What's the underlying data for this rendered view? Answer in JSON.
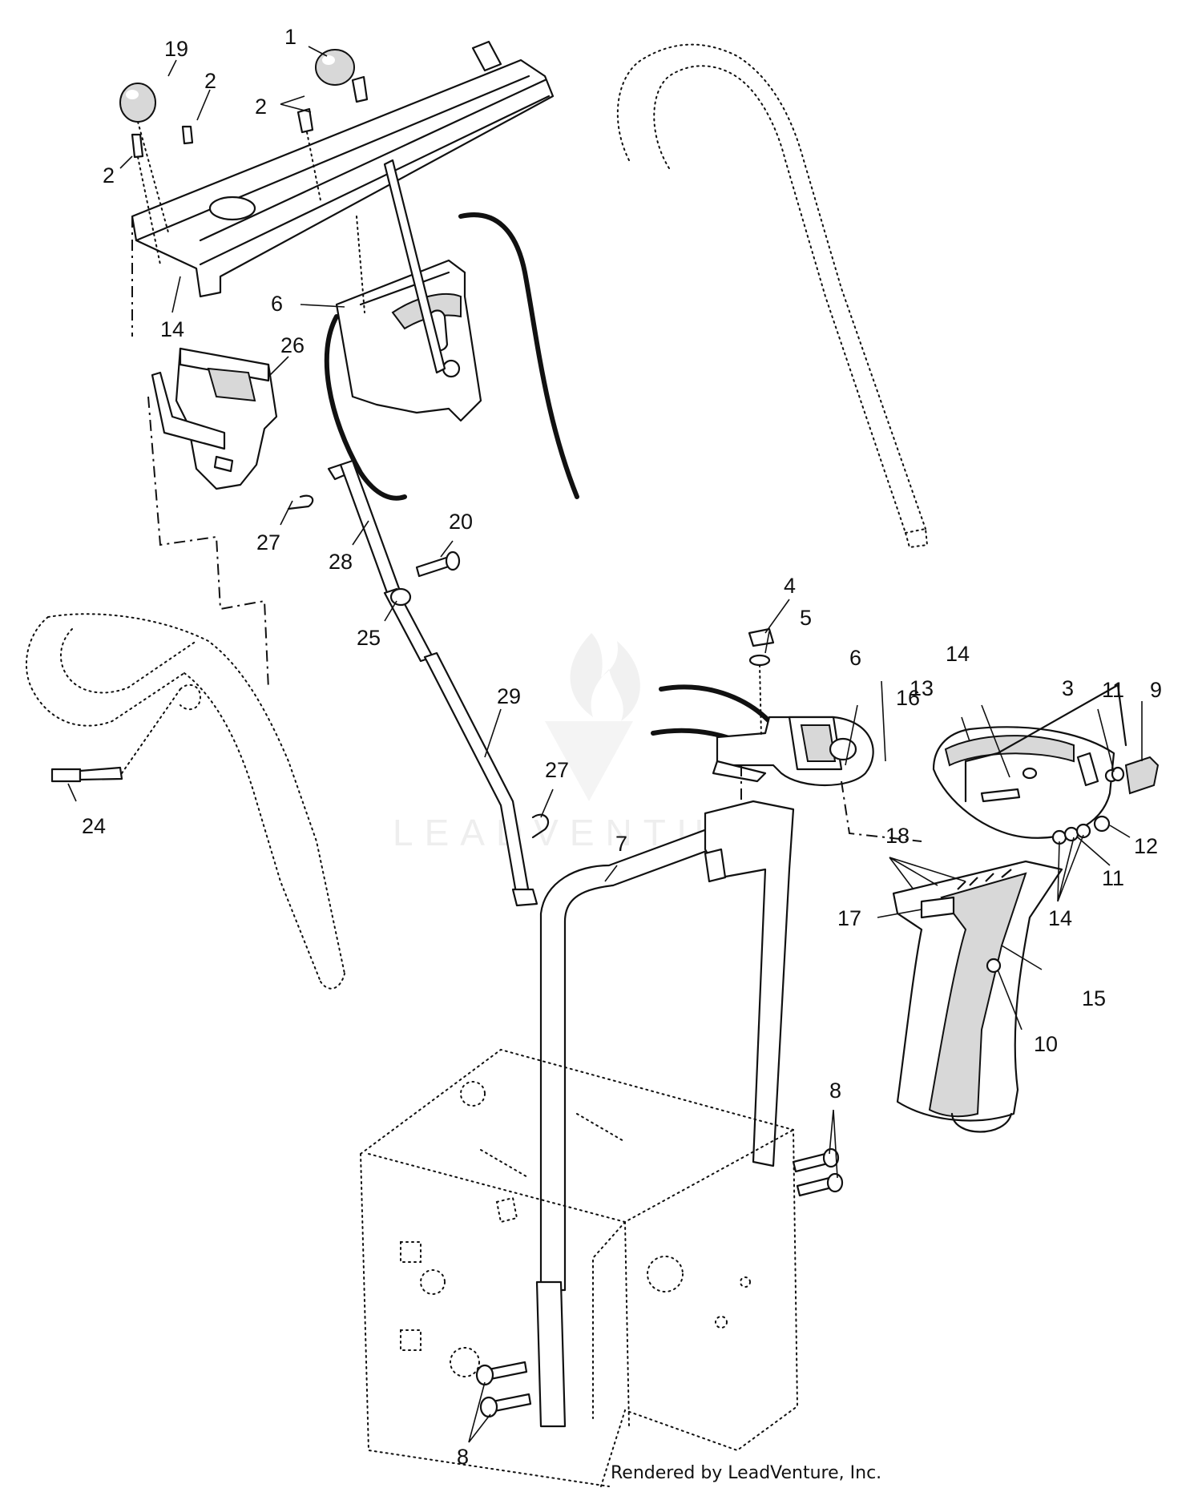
{
  "callouts": {
    "c1": "1",
    "c2a": "2",
    "c2b": "2",
    "c2c": "2",
    "c19": "19",
    "c6a": "6",
    "c14a": "14",
    "c26": "26",
    "c27a": "27",
    "c28": "28",
    "c20": "20",
    "c25": "25",
    "c29": "29",
    "c27b": "27",
    "c24": "24",
    "c4": "4",
    "c5": "5",
    "c6b": "6",
    "c7": "7",
    "c14b": "14",
    "c13": "13",
    "c16": "16",
    "c3": "3",
    "c11a": "11",
    "c9": "9",
    "c12": "12",
    "c11b": "11",
    "c18": "18",
    "c14c": "14",
    "c17": "17",
    "c15": "15",
    "c10": "10",
    "c8a": "8",
    "c8b": "8"
  },
  "watermark": {
    "text": "LEADVENTURE"
  },
  "footer": {
    "text": "Rendered by LeadVenture, Inc."
  }
}
